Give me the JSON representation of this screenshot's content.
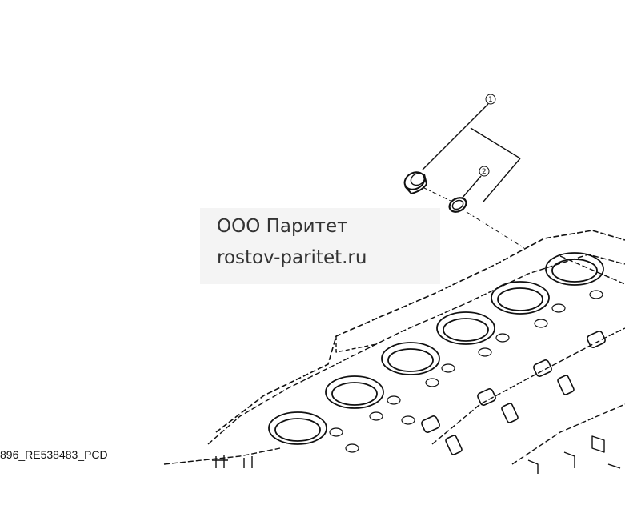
{
  "watermark": {
    "company": "ООО Паритет",
    "website": "rostov-paritet.ru"
  },
  "diagram": {
    "part_code": "896_RE538483_PCD",
    "callouts": [
      {
        "label": "1",
        "part": "plug"
      },
      {
        "label": "2",
        "part": "o-ring"
      }
    ],
    "main_assembly": "cylinder-head"
  },
  "colors": {
    "line": "#111111",
    "background": "#ffffff",
    "watermark_text": "#333333"
  }
}
